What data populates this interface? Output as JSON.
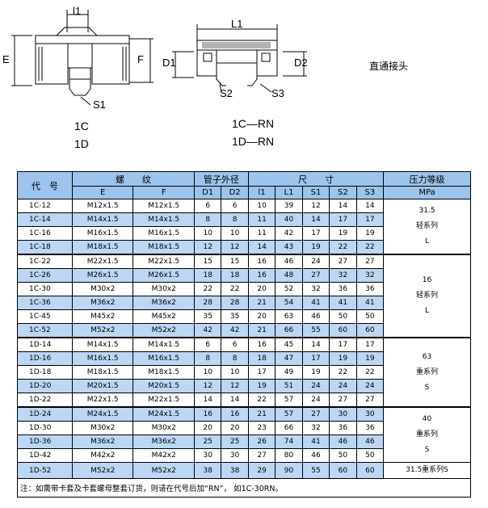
{
  "drawing": {
    "left_labels": {
      "l1": "l1",
      "e": "E",
      "f": "F",
      "s1": "S1",
      "model1": "1C",
      "model2": "1D"
    },
    "right_labels": {
      "L1": "L1",
      "d1": "D1",
      "d2": "D2",
      "s2": "S2",
      "s3": "S3",
      "model1": "1C—RN",
      "model2": "1D—RN"
    },
    "title": "直通接头"
  },
  "table": {
    "headers_top": {
      "code": "代　号",
      "thread": "螺　　纹",
      "pipe": "管子外径",
      "size": "尺　　寸",
      "pressure": "压力等级"
    },
    "headers_sub": [
      "E",
      "F",
      "D1",
      "D2",
      "l1",
      "L1",
      "S1",
      "S2",
      "S3",
      "MPa"
    ],
    "rows": [
      [
        "1C-12",
        "M12x1.5",
        "M12x1.5",
        "6",
        "6",
        "10",
        "39",
        "12",
        "14",
        "14"
      ],
      [
        "1C-14",
        "M14x1.5",
        "M14x1.5",
        "8",
        "8",
        "11",
        "40",
        "14",
        "17",
        "17"
      ],
      [
        "1C-16",
        "M16x1.5",
        "M16x1.5",
        "10",
        "10",
        "11",
        "42",
        "17",
        "19",
        "19"
      ],
      [
        "1C-18",
        "M18x1.5",
        "M18x1.5",
        "12",
        "12",
        "14",
        "43",
        "19",
        "22",
        "22"
      ],
      [
        "1C-22",
        "M22x1.5",
        "M22x1.5",
        "15",
        "15",
        "16",
        "46",
        "24",
        "27",
        "27"
      ],
      [
        "1C-26",
        "M26x1.5",
        "M26x1.5",
        "18",
        "18",
        "16",
        "48",
        "27",
        "32",
        "32"
      ],
      [
        "1C-30",
        "M30x2",
        "M30x2",
        "22",
        "22",
        "20",
        "52",
        "32",
        "36",
        "36"
      ],
      [
        "1C-36",
        "M36x2",
        "M36x2",
        "28",
        "28",
        "21",
        "54",
        "41",
        "41",
        "41"
      ],
      [
        "1C-45",
        "M45x2",
        "M45x2",
        "35",
        "35",
        "20",
        "63",
        "46",
        "50",
        "50"
      ],
      [
        "1C-52",
        "M52x2",
        "M52x2",
        "42",
        "42",
        "21",
        "66",
        "55",
        "60",
        "60"
      ],
      [
        "1D-14",
        "M14x1.5",
        "M14x1.5",
        "6",
        "6",
        "16",
        "45",
        "14",
        "17",
        "17"
      ],
      [
        "1D-16",
        "M16x1.5",
        "M16x1.5",
        "8",
        "8",
        "18",
        "47",
        "17",
        "19",
        "19"
      ],
      [
        "1D-18",
        "M18x1.5",
        "M18x1.5",
        "10",
        "10",
        "17",
        "49",
        "19",
        "22",
        "22"
      ],
      [
        "1D-20",
        "M20x1.5",
        "M20x1.5",
        "12",
        "12",
        "19",
        "51",
        "24",
        "24",
        "24"
      ],
      [
        "1D-22",
        "M22x1.5",
        "M22x1.5",
        "14",
        "14",
        "22",
        "57",
        "24",
        "27",
        "27"
      ],
      [
        "1D-24",
        "M24x1.5",
        "M24x1.5",
        "16",
        "16",
        "21",
        "57",
        "27",
        "30",
        "30"
      ],
      [
        "1D-30",
        "M30x2",
        "M30x2",
        "20",
        "20",
        "23",
        "66",
        "32",
        "36",
        "36"
      ],
      [
        "1D-36",
        "M36x2",
        "M36x2",
        "25",
        "25",
        "26",
        "74",
        "41",
        "46",
        "46"
      ],
      [
        "1D-42",
        "M42x2",
        "M42x2",
        "30",
        "30",
        "27",
        "80",
        "46",
        "50",
        "50"
      ],
      [
        "1D-52",
        "M52x2",
        "M52x2",
        "38",
        "38",
        "29",
        "90",
        "55",
        "60",
        "60"
      ]
    ],
    "pressure_groups": [
      {
        "lines": [
          "31.5",
          "轻系列",
          "L"
        ]
      },
      {
        "lines": [
          "16",
          "轻系列",
          "L"
        ]
      },
      {
        "lines": [
          "63",
          "重系列",
          "S"
        ]
      },
      {
        "lines": [
          "40",
          "重系列",
          "S"
        ]
      },
      {
        "lines": [
          "31.5重系列S"
        ]
      }
    ],
    "note": "注：如需带卡套及卡套螺母整套订货，则请在代号后加“RN”， 如1C-30RN。"
  }
}
